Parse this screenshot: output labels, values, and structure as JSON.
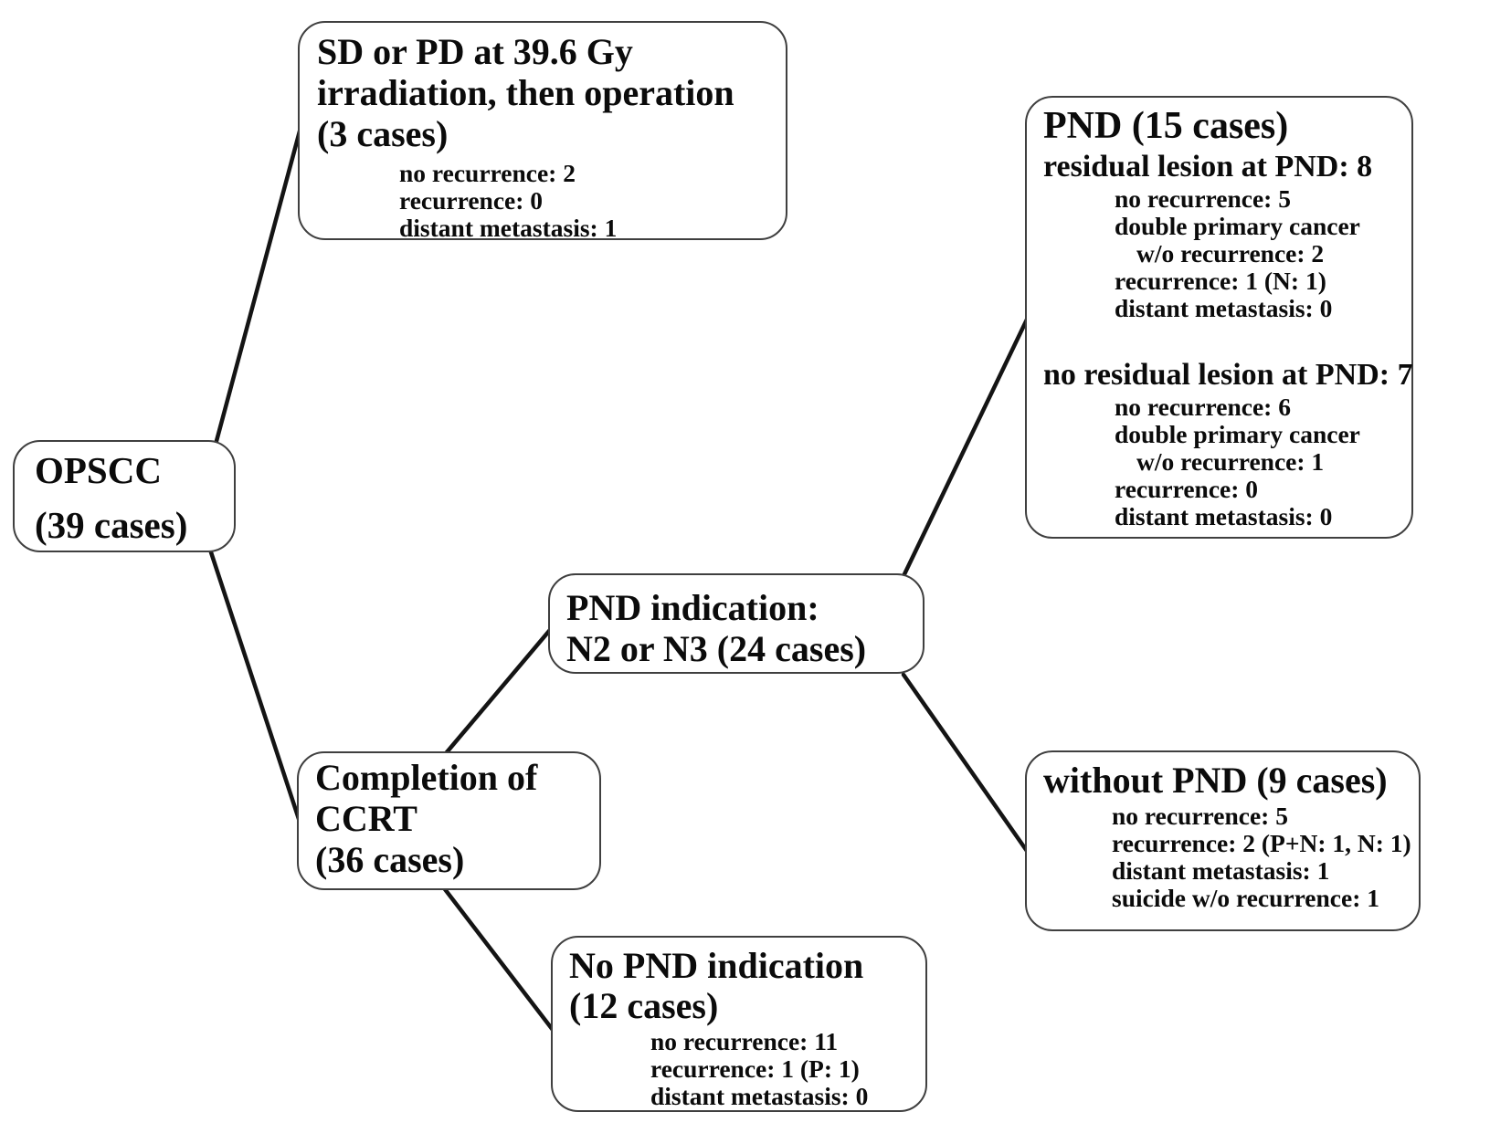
{
  "figure": {
    "background": "#ffffff",
    "border_color": "#3f3f3f",
    "connector_color": "#141414",
    "text_color": "#0b0b0b"
  },
  "nodes": {
    "opscc": {
      "line1": "OPSCC",
      "line2": "(39 cases)"
    },
    "sd_pd": {
      "title1": "SD or PD at 39.6 Gy",
      "title2": "irradiation, then operation",
      "title3": "(3 cases)",
      "details": [
        "no recurrence: 2",
        "recurrence: 0",
        "distant metastasis: 1"
      ]
    },
    "pnd": {
      "title": "PND (15 cases)",
      "group1": {
        "subtitle": "residual lesion at PND: 8",
        "details": [
          "no recurrence: 5",
          "double primary cancer",
          "w/o recurrence: 2",
          "recurrence: 1 (N: 1)",
          "distant metastasis: 0"
        ]
      },
      "group2": {
        "subtitle": "no residual lesion at PND: 7",
        "details": [
          "no recurrence: 6",
          "double primary cancer",
          "w/o recurrence: 1",
          "recurrence: 0",
          "distant metastasis: 0"
        ]
      }
    },
    "pnd_indication": {
      "title1": "PND indication:",
      "title2": "N2 or N3 (24 cases)"
    },
    "ccrt": {
      "title1": "Completion of",
      "title2": "CCRT",
      "title3": "(36 cases)"
    },
    "without_pnd": {
      "title": "without PND (9 cases)",
      "details": [
        "no recurrence: 5",
        "recurrence: 2 (P+N: 1, N: 1)",
        "distant metastasis: 1",
        "suicide w/o recurrence: 1"
      ]
    },
    "no_pnd_indication": {
      "title1": "No PND indication",
      "title2": "(12 cases)",
      "details": [
        "no recurrence: 11",
        "recurrence: 1 (P: 1)",
        "distant metastasis: 0"
      ]
    }
  }
}
